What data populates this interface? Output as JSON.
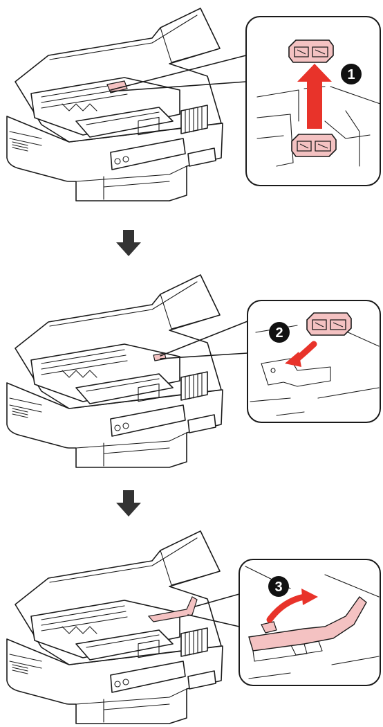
{
  "steps": [
    {
      "number": "1",
      "action": "lift-up"
    },
    {
      "number": "2",
      "action": "place-down"
    },
    {
      "number": "3",
      "action": "tape-over"
    }
  ],
  "colors": {
    "part_fill": "#f4c2c2",
    "arrow_red": "#e8332a",
    "line": "#1a1a1a",
    "step_arrow": "#333333"
  },
  "icons": [
    "printer-illustration",
    "down-arrow-icon",
    "red-arrow-icon",
    "step-number-badge"
  ]
}
